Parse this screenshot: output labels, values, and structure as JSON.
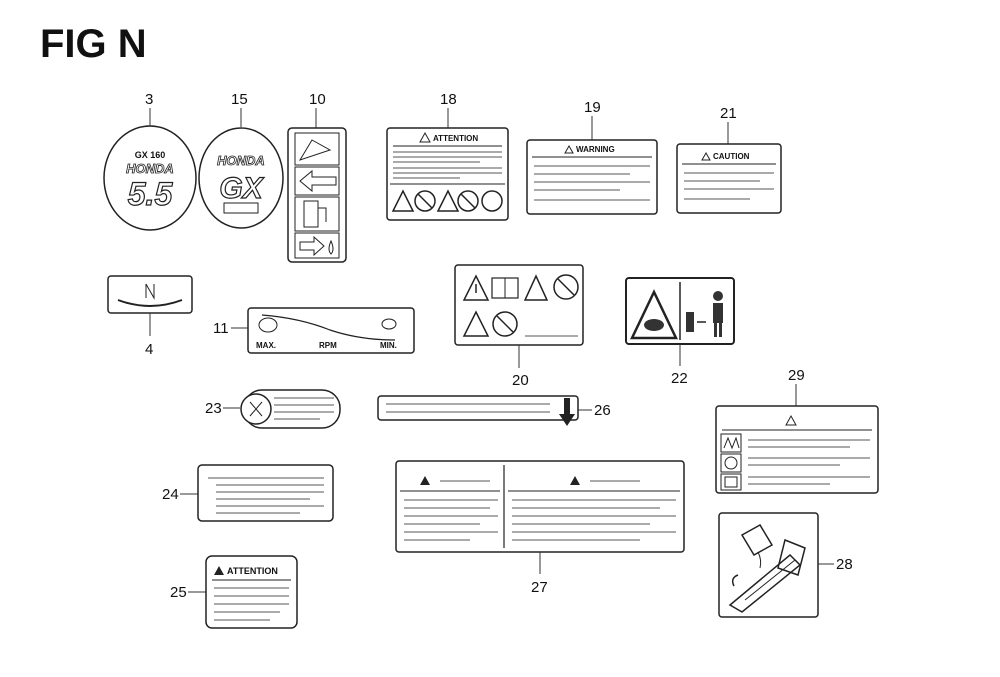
{
  "figure": {
    "title": "FIG N",
    "labels": {
      "emblem_text_1": "HONDA",
      "emblem_number": "5.5",
      "emblem_gx": "GX",
      "tach_max": "MAX.",
      "tach_rpm": "RPM",
      "tach_min": "MIN.",
      "attention_header": "ATTENTION",
      "warning_header": "WARNING",
      "caution_header": "CAUTION"
    },
    "callouts": [
      "3",
      "15",
      "10",
      "18",
      "19",
      "21",
      "4",
      "11",
      "20",
      "22",
      "23",
      "26",
      "29",
      "24",
      "27",
      "28",
      "25"
    ]
  }
}
